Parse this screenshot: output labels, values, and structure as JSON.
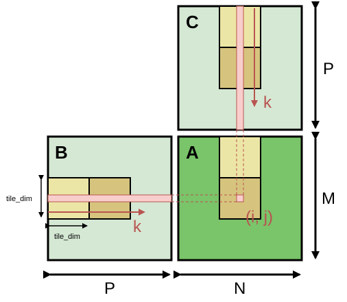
{
  "colors": {
    "light_green": "#d5e8d4",
    "dark_green": "#7ac46a",
    "yellow_light": "#ece6a6",
    "yellow_dark": "#d6c47e",
    "pink": "#f8cecc",
    "pink_stroke": "#b85450",
    "arrow": "#b85450",
    "text_red": "#b85450",
    "border": "#000000"
  },
  "labels": {
    "matrix_c": "C",
    "matrix_b": "B",
    "matrix_a": "A",
    "k_c": "k",
    "k_b": "k",
    "cell": "(i, j)",
    "tile_dim_vertical": "tile_dim",
    "tile_dim_horizontal": "tile_dim",
    "dim_p_right": "P",
    "dim_m_right": "M",
    "dim_p_bottom": "P",
    "dim_n_bottom": "N"
  }
}
